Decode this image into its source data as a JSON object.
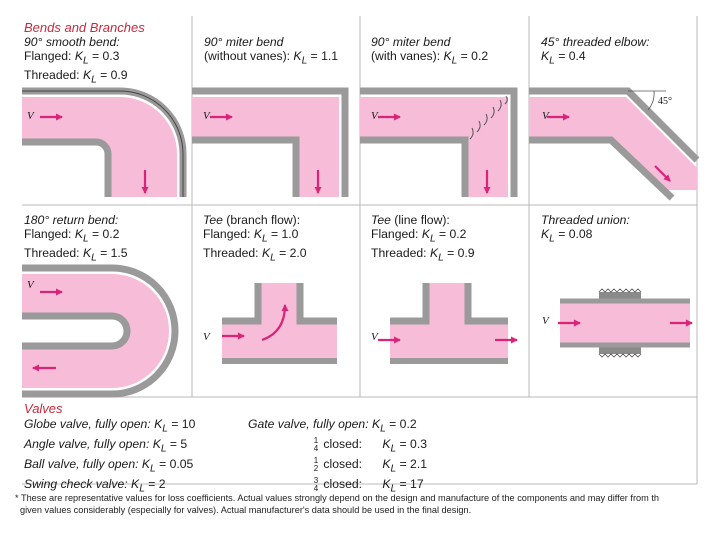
{
  "colors": {
    "fluid": "#f6bcd8",
    "arrow": "#d9247a",
    "wall": "#9a9a9a",
    "grid": "#b8b8b8",
    "heading": "#c8283c"
  },
  "section_bends": "Bends and Branches",
  "cells": [
    {
      "id": "smooth_bend",
      "l1_pre": "90° smooth bend:",
      "l2_pre": "Flanged:",
      "l2_k": "= 0.3",
      "l3_pre": "Threaded:",
      "l3_k": "= 0.9",
      "v": "V"
    },
    {
      "id": "miter_no_vanes",
      "l1_pre": "90° miter bend",
      "l2_pre": "(without vanes):",
      "l2_k": "= 1.1",
      "v": "V"
    },
    {
      "id": "miter_vanes",
      "l1_pre": "90° miter bend",
      "l2_pre": "(with vanes):",
      "l2_k": "= 0.2",
      "v": "V"
    },
    {
      "id": "elbow45",
      "l1_pre": "45° threaded elbow:",
      "l2_k": "= 0.4",
      "v": "V",
      "angle": "45°"
    },
    {
      "id": "return_bend",
      "l1_pre": "180° return bend:",
      "l2_pre": "Flanged:",
      "l2_k": "= 0.2",
      "l3_pre": "Threaded:",
      "l3_k": "= 1.5",
      "v": "V"
    },
    {
      "id": "tee_branch",
      "l1_a": "Tee",
      "l1_b": " (branch flow):",
      "l2_pre": "Flanged:",
      "l2_k": "= 1.0",
      "l3_pre": "Threaded:",
      "l3_k": "= 2.0",
      "v": "V"
    },
    {
      "id": "tee_line",
      "l1_a": "Tee",
      "l1_b": " (line flow):",
      "l2_pre": "Flanged:",
      "l2_k": "= 0.2",
      "l3_pre": "Threaded:",
      "l3_k": "= 0.9",
      "v": "V"
    },
    {
      "id": "union",
      "l1_pre": "Threaded union:",
      "l2_k": "= 0.08",
      "v": "V"
    }
  ],
  "k_symbol": "K",
  "k_sub": "L",
  "section_valves": "Valves",
  "valves_left": [
    {
      "name": "Globe valve, fully open:",
      "k": "= 10"
    },
    {
      "name": "Angle valve, fully open:",
      "k": "= 5"
    },
    {
      "name": "Ball valve, fully open:",
      "k": "= 0.05"
    },
    {
      "name": "Swing check valve:",
      "k": "= 2"
    }
  ],
  "valves_right": [
    {
      "name": "Gate valve, fully open:",
      "k": "= 0.2"
    },
    {
      "num": "1",
      "den": "4",
      "name": "closed:",
      "k": "= 0.3"
    },
    {
      "num": "1",
      "den": "2",
      "name": "closed:",
      "k": "= 2.1"
    },
    {
      "num": "3",
      "den": "4",
      "name": "closed:",
      "k": "= 17"
    }
  ],
  "footnote_line1": "* These are representative values for loss coefficients. Actual values strongly depend on the design and manufacture of the components and may differ from th",
  "footnote_line2": "given values considerably (especially for valves). Actual manufacturer's data should be used in the final design."
}
